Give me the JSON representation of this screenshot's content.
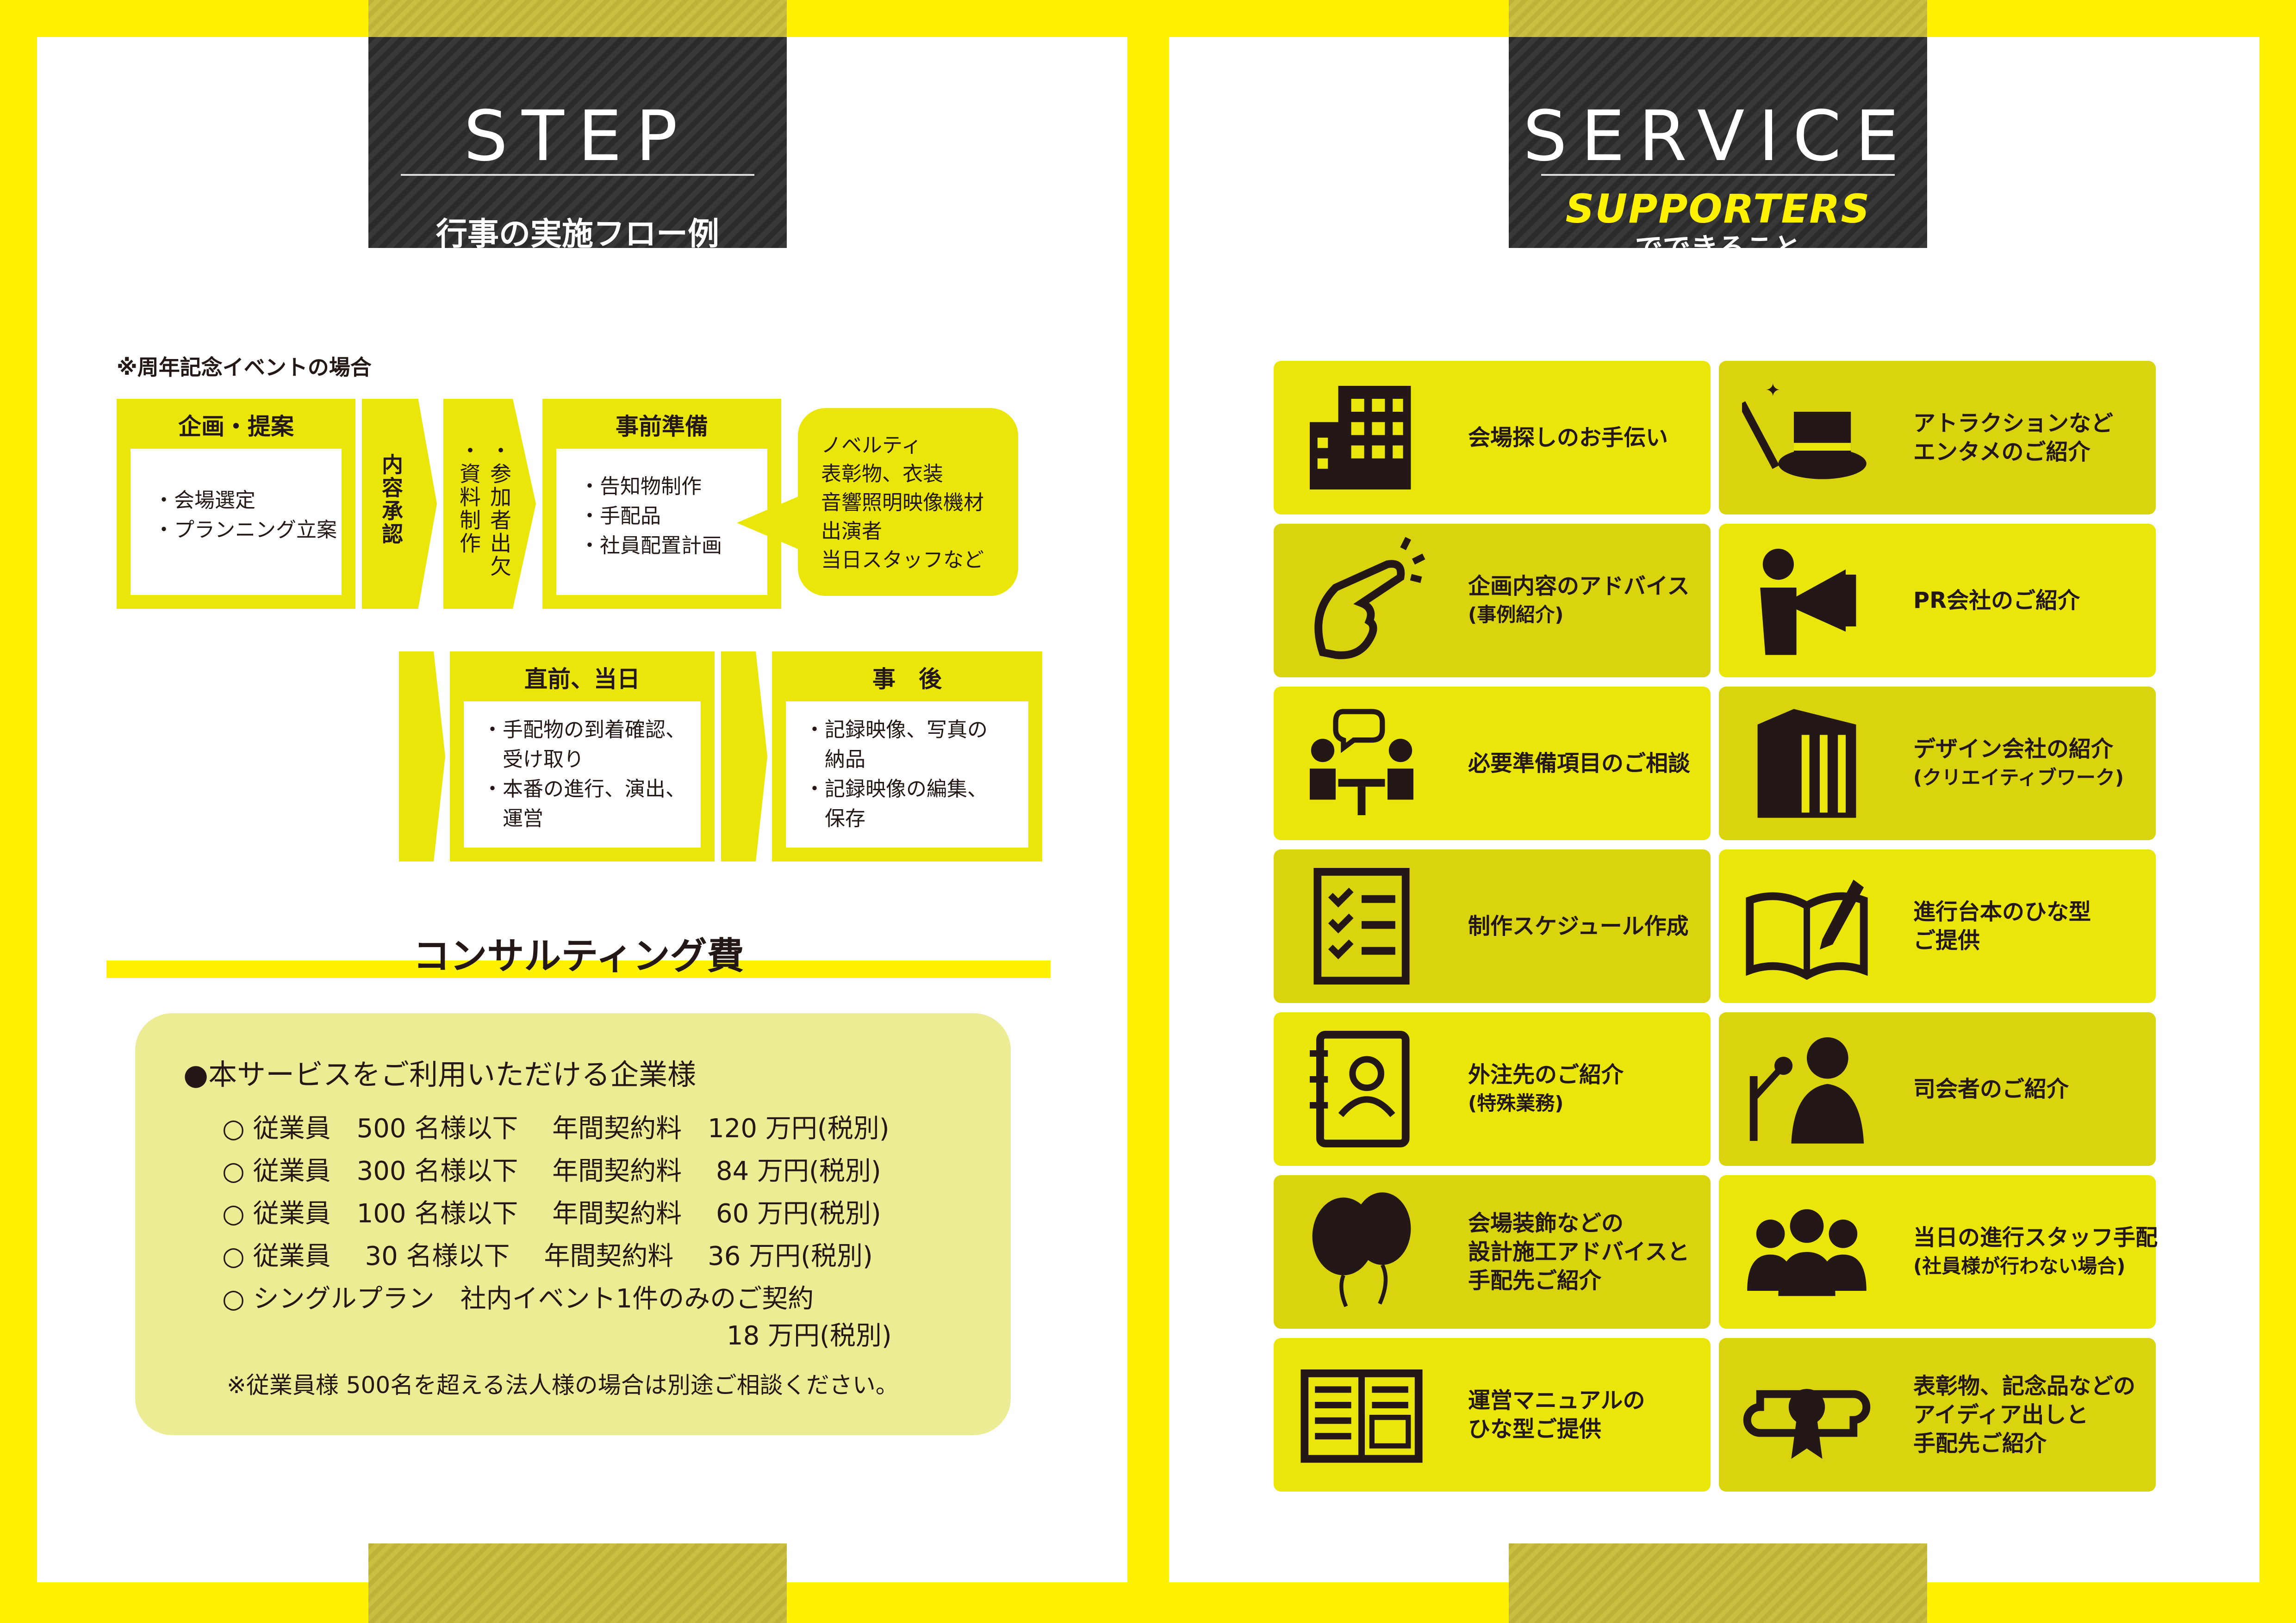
{
  "step": {
    "header_title": "STEP",
    "header_sub": "行事の実施フロー例",
    "note": "※周年記念イベントの場合",
    "boxes": {
      "plan": {
        "title": "企画・提案",
        "items": [
          "・会場選定",
          "・プランニング立案"
        ]
      },
      "approval": "内容承認",
      "materials": "・参加者出欠\n・資料制作",
      "prep": {
        "title": "事前準備",
        "items": [
          "・告知物制作",
          "・手配品",
          "・社員配置計画"
        ]
      },
      "bubble": [
        "ノベルティ",
        "表彰物、衣装",
        "音響照明映像機材",
        "出演者",
        "当日スタッフなど"
      ],
      "day": {
        "title": "直前、当日",
        "items": [
          "・手配物の到着確認、",
          "　受け取り",
          "・本番の進行、演出、",
          "　運営"
        ]
      },
      "after": {
        "title": "事　後",
        "items": [
          "・記録映像、写真の",
          "　納品",
          "・記録映像の編集、",
          "　保存"
        ]
      }
    },
    "consulting": {
      "title": "コンサルティング費",
      "heading": "●本サービスをご利用いただける企業様",
      "rows": [
        "○ 従業員　500 名様以下　 年間契約料　120 万円(税別)",
        "○ 従業員　300 名様以下　 年間契約料　 84 万円(税別)",
        "○ 従業員　100 名様以下　 年間契約料　 60 万円(税別)",
        "○ 従業員　 30 名様以下　 年間契約料　 36 万円(税別)",
        "○ シングルプラン　社内イベント1件のみのご契約",
        "18 万円(税別)"
      ],
      "footnote": "※従業員様 500名を超える法人様の場合は別途ご相談ください。"
    }
  },
  "service": {
    "header_title": "SERVICE",
    "header_brand": "SUPPORTERS",
    "header_sub": "でできること",
    "cards": [
      {
        "icon": "building-icon",
        "label": "会場探しのお手伝い"
      },
      {
        "icon": "magic-hat-icon",
        "label": "アトラクションなど\nエンタメのご紹介"
      },
      {
        "icon": "finger-snap-icon",
        "label": "企画内容のアドバイス",
        "sub": "(事例紹介)"
      },
      {
        "icon": "megaphone-person-icon",
        "label": "PR会社のご紹介"
      },
      {
        "icon": "meeting-icon",
        "label": "必要準備項目のご相談"
      },
      {
        "icon": "office-building-icon",
        "label": "デザイン会社の紹介",
        "sub": "(クリエイティブワーク)"
      },
      {
        "icon": "checklist-icon",
        "label": "制作スケジュール作成"
      },
      {
        "icon": "book-pen-icon",
        "label": "進行台本のひな型\nご提供"
      },
      {
        "icon": "contact-book-icon",
        "label": "外注先のご紹介",
        "sub": "(特殊業務)"
      },
      {
        "icon": "mc-microphone-icon",
        "label": "司会者のご紹介"
      },
      {
        "icon": "balloons-icon",
        "label": "会場装飾などの\n設計施工アドバイスと\n手配先ご紹介"
      },
      {
        "icon": "staff-group-icon",
        "label": "当日の進行スタッフ手配",
        "sub": "(社員様が行わない場合)"
      },
      {
        "icon": "manual-document-icon",
        "label": "運営マニュアルの\nひな型ご提供"
      },
      {
        "icon": "award-scroll-icon",
        "label": "表彰物、記念品などの\nアイディア出しと\n手配先ご紹介"
      }
    ]
  },
  "colors": {
    "accent_yellow": "#fff200",
    "box_yellow": "#ebe60a",
    "dark": "#2b2b2b",
    "panel": "#ecec95"
  }
}
